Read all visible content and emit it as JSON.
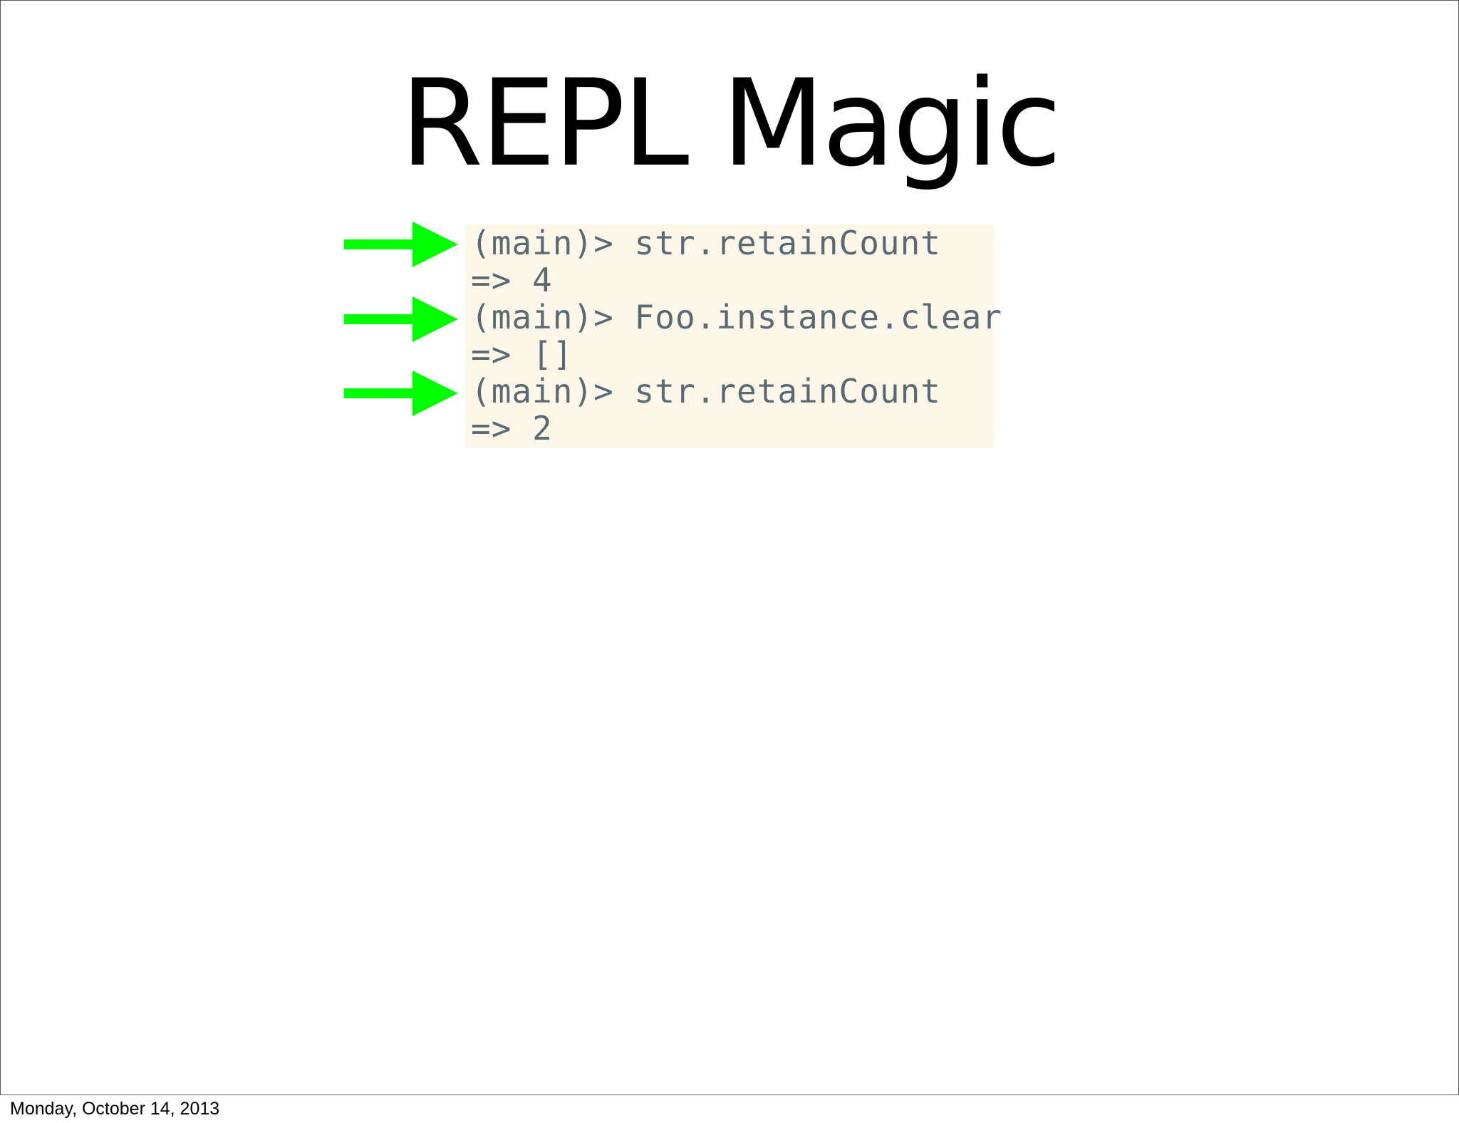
{
  "slide": {
    "title": "REPL Magic"
  },
  "repl": {
    "lines": [
      {
        "text": "(main)> str.retainCount",
        "kind": "input"
      },
      {
        "text": "=> 4",
        "kind": "output"
      },
      {
        "text": "(main)> Foo.instance.clear",
        "kind": "input"
      },
      {
        "text": "=> []",
        "kind": "output"
      },
      {
        "text": "(main)> str.retainCount",
        "kind": "input"
      },
      {
        "text": "=> 2",
        "kind": "output"
      }
    ]
  },
  "arrows": {
    "color": "#00ff00",
    "icon": "right-arrow-icon"
  },
  "footer": {
    "date": "Monday, October 14, 2013"
  }
}
